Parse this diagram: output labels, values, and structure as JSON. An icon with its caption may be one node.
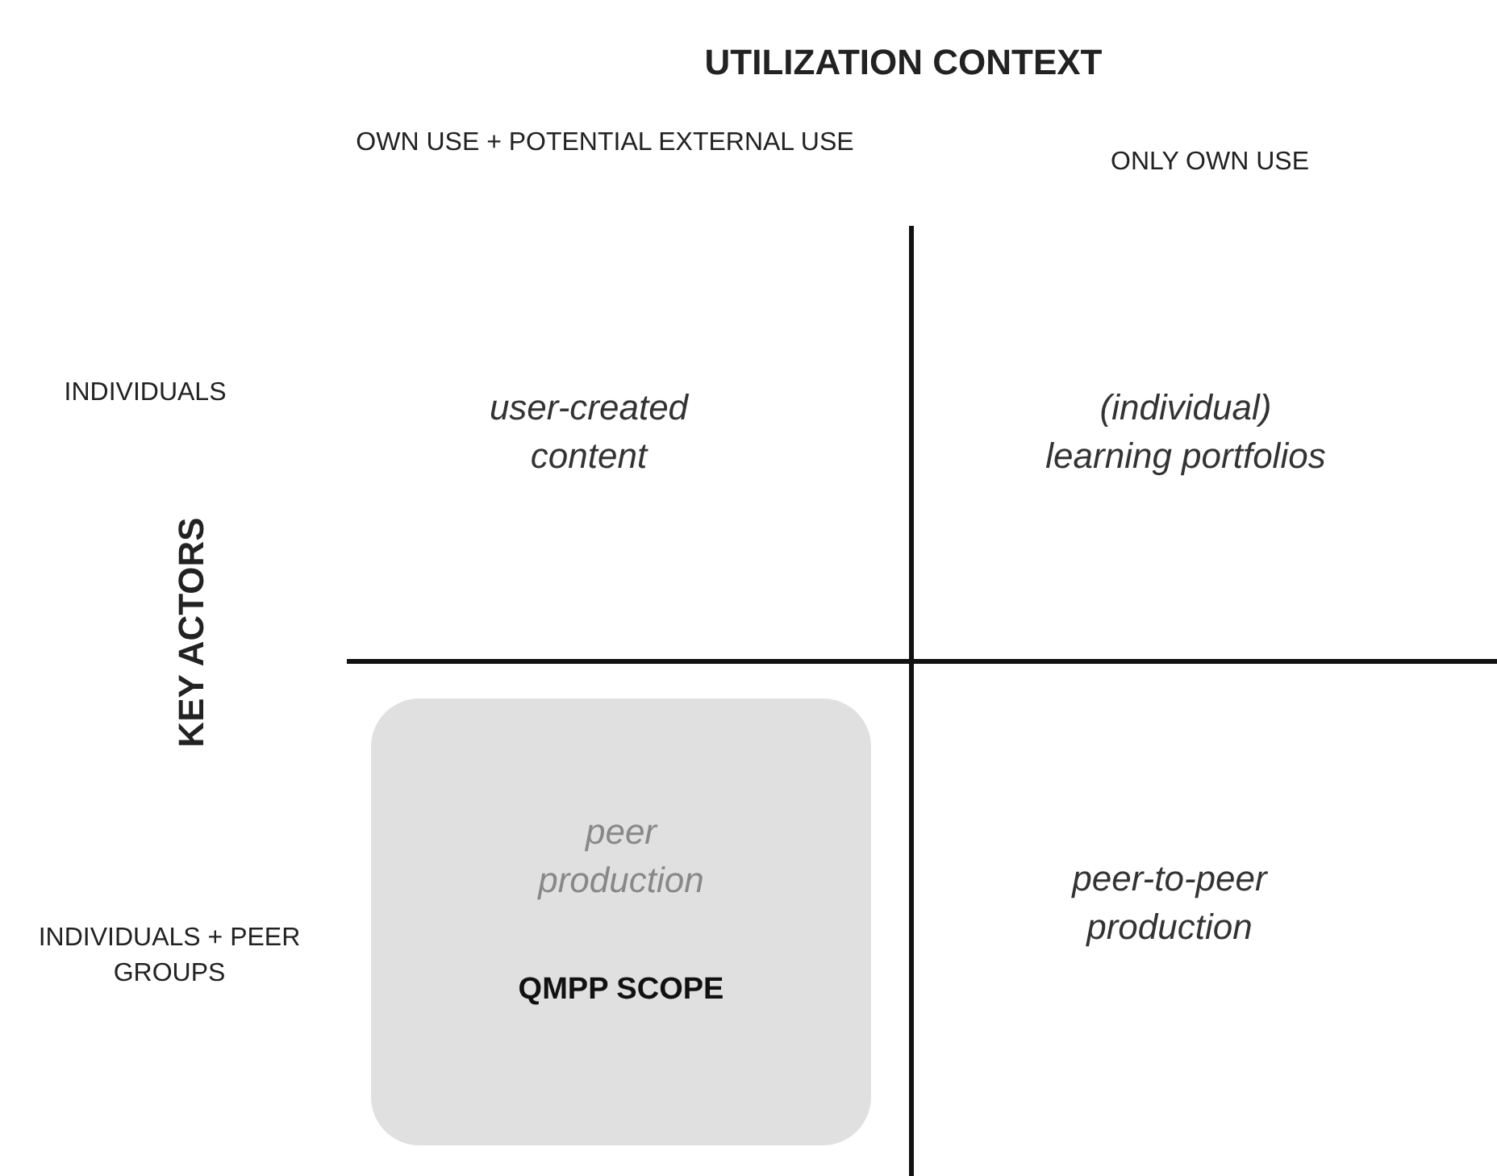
{
  "diagram": {
    "title": "UTILIZATION CONTEXT",
    "nodes": [
      {
        "text": [
          "peer production",
          "QMPP SCOPE"
        ]
      }
    ],
    "labels": [
      "OWN USE + POTENTIAL EXTERNAL USE",
      "ONLY OWN USE",
      "INDIVIDUALS",
      "user-created content",
      "(individual) learning portfolios",
      "KEY ACTORS",
      "INDIVIDUALS + PEER GROUPS",
      "peer-to-peer production"
    ]
  }
}
